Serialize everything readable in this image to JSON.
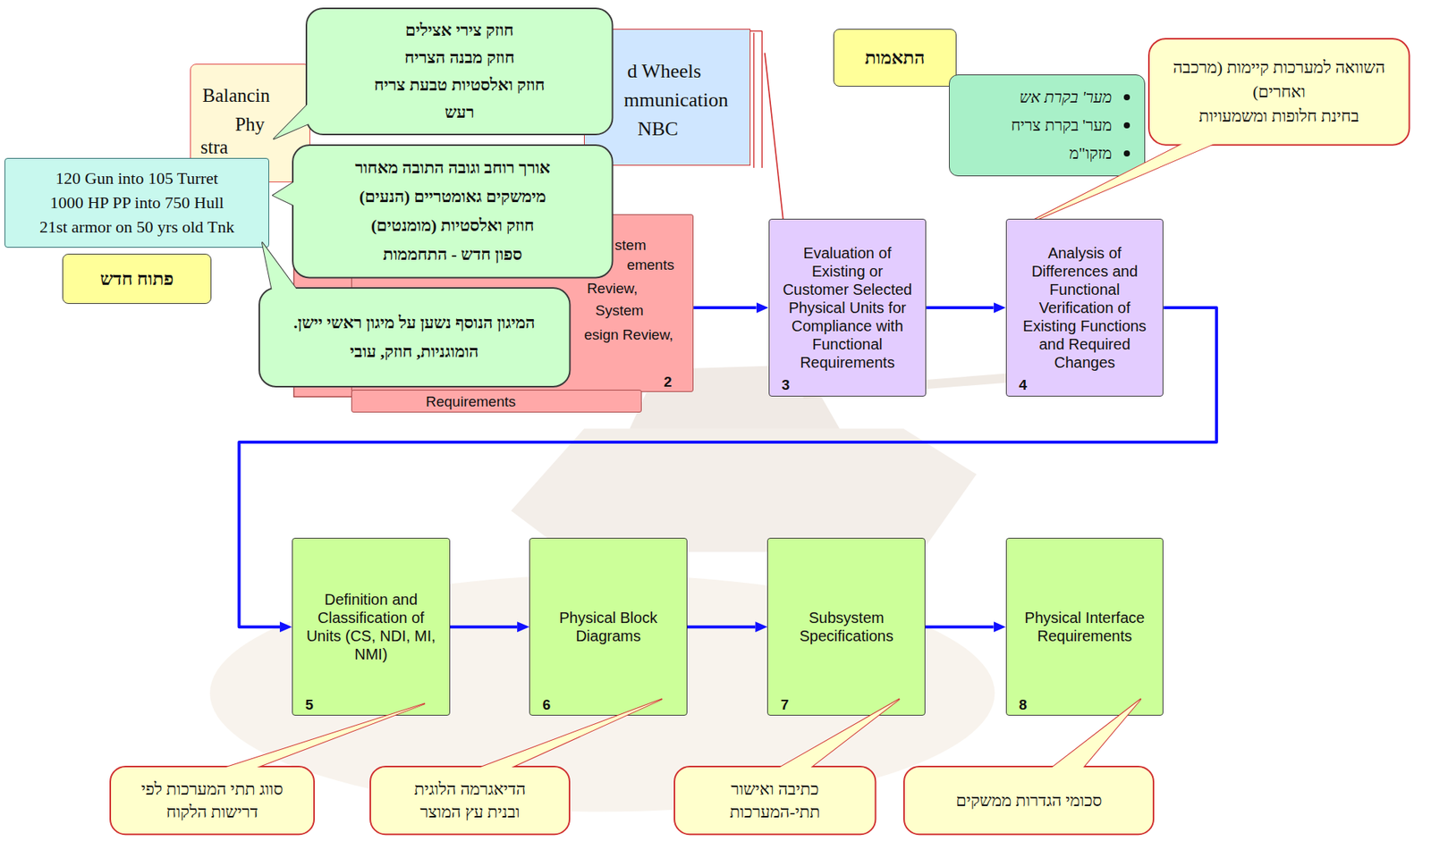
{
  "diagram": {
    "nodes": [
      {
        "text": [
          "Balancin",
          "Phy",
          "stra"
        ]
      },
      {
        "text": [
          "d Wheels",
          "mmunication",
          "NBC"
        ]
      },
      {
        "text": [
          "stem",
          "ements",
          "Review,",
          "System",
          "esign Review,",
          "2"
        ]
      },
      {
        "text": [
          "Requirements"
        ]
      },
      {
        "text": [
          "חוזק צירי אצילים",
          "חוזק מבנה הצריח",
          "חוזק ואלסטיות טבעת צריח",
          "רעש"
        ]
      },
      {
        "text": [
          "אורך רוחב וגובה התובה מאחור",
          "מימשקים גאומטריים (הנעים)",
          "חוזק ואלסטיות (מומנטים)",
          "ספון חדש - התחממות"
        ]
      },
      {
        "text": [
          "120 Gun into 105 Turret",
          "1000 HP PP into 750 Hull",
          "21st armor on 50 yrs old Tnk"
        ]
      },
      {
        "text": [
          "המיגון הנוסף נשען על מיגון ראשי יישן.",
          "הומוגניות, חוזק, עובי"
        ]
      },
      {
        "text": [
          "פתוח חדש"
        ]
      },
      {
        "text": [
          "התאמות"
        ]
      },
      {
        "text": [
          "מער' בקרת אש",
          "מער' בקרת צריח",
          "מזקו\"מ"
        ]
      },
      {
        "text": [
          "השוואה למערכות קיימות (מרכבה ואחרים)",
          "בחינת חלופות ומשמעויות"
        ]
      },
      {
        "text": [
          "Evaluation of Existing or Customer Selected Physical Units for Compliance with Functional Requirements",
          "3"
        ]
      },
      {
        "text": [
          "Analysis of Differences and Functional Verification of Existing Functions and Required Changes",
          "4"
        ]
      },
      {
        "text": [
          "Definition and Classification of Units (CS, NDI, MI, NMI)",
          "5"
        ]
      },
      {
        "text": [
          "Physical Block Diagrams",
          "6"
        ]
      },
      {
        "text": [
          "Subsystem Specifications",
          "7"
        ]
      },
      {
        "text": [
          "Physical Interface Requirements",
          "8"
        ]
      },
      {
        "text": [
          "סווג תתי המערכות לפי דרישות הלקוח"
        ]
      },
      {
        "text": [
          "הדיאגרמה הלוגית ובנית עץ המוצר"
        ]
      },
      {
        "text": [
          "כתיבה ואישור תתי-המערכות"
        ]
      },
      {
        "text": [
          "סכומי הגדרות ממשקים"
        ]
      }
    ],
    "edges": [
      {
        "from": 2,
        "to": 12,
        "arrow": "to"
      },
      {
        "from": 12,
        "to": 13,
        "arrow": "to"
      },
      {
        "from": 13,
        "to": 14,
        "arrow": "to"
      },
      {
        "from": 14,
        "to": 15,
        "arrow": "to"
      },
      {
        "from": 15,
        "to": 16,
        "arrow": "to"
      },
      {
        "from": 16,
        "to": 17,
        "arrow": "to"
      }
    ]
  }
}
